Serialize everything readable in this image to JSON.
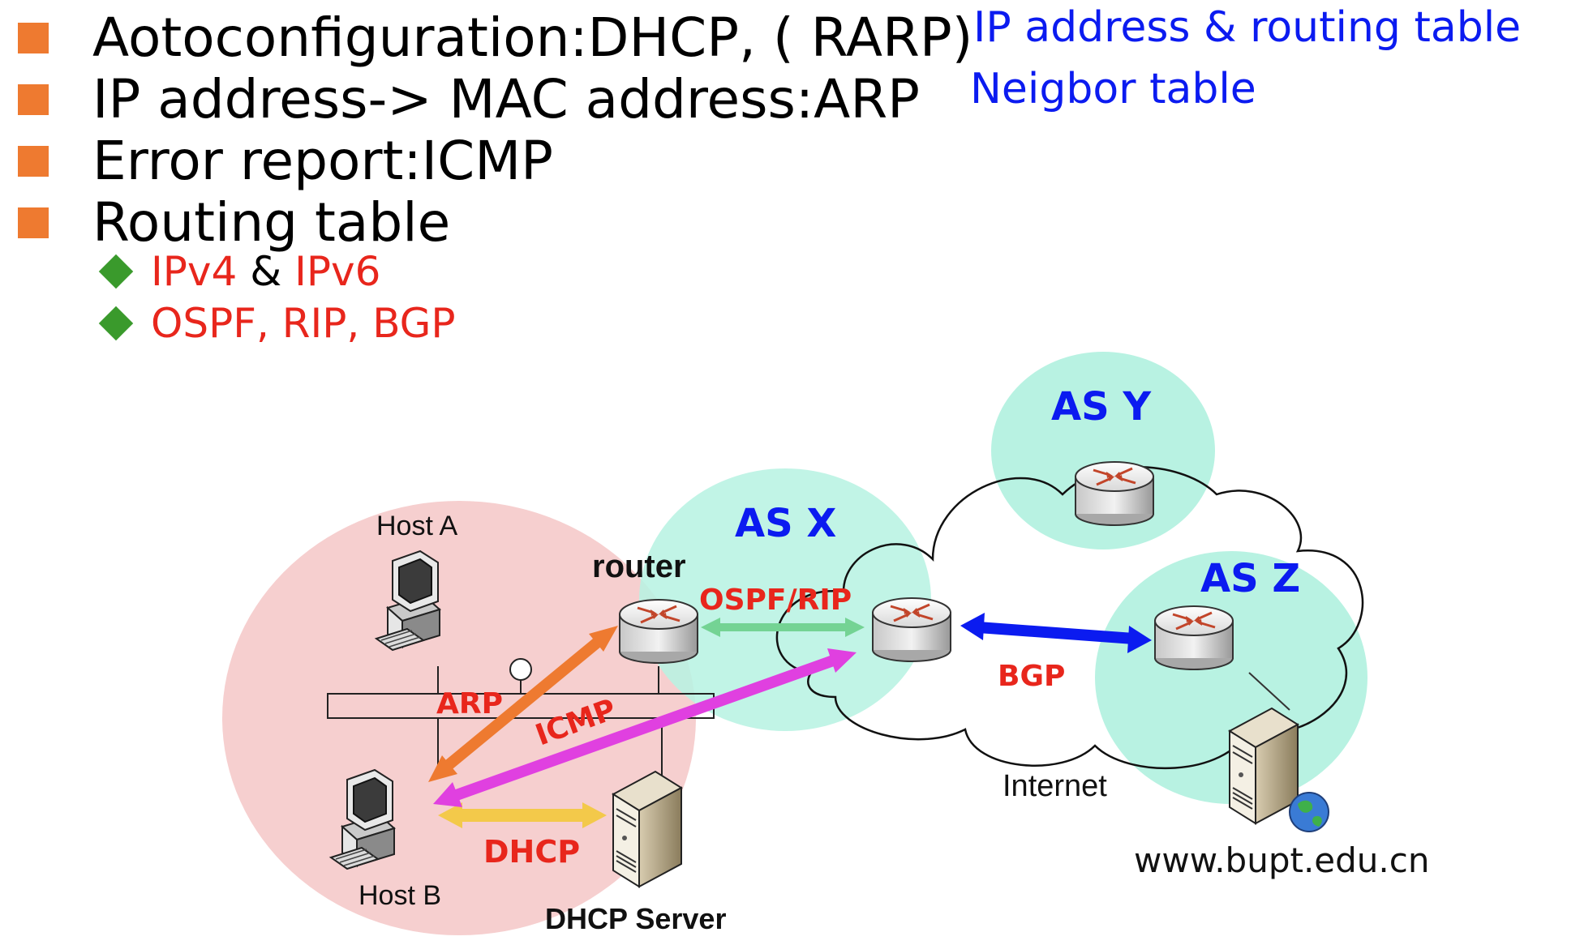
{
  "bullets": [
    {
      "label": "Aotoconfiguration: ",
      "value": "DHCP, ( RARP)"
    },
    {
      "label": "IP address-> MAC address: ",
      "value": "ARP"
    },
    {
      "label": "Error report: ",
      "value": "ICMP"
    },
    {
      "label": "Routing table",
      "value": ""
    }
  ],
  "subbullets": [
    {
      "part1": "IPv4",
      "sep": " & ",
      "part2": "IPv6"
    },
    {
      "part1": "OSPF, RIP, BGP"
    }
  ],
  "notes": {
    "ip_routing": "IP address & routing table",
    "neighbor": "Neigbor table"
  },
  "diagram": {
    "host_a": "Host A",
    "host_b": "Host B",
    "router": "router",
    "dhcp_server": "DHCP Server",
    "as_x": "AS X",
    "as_y": "AS Y",
    "as_z": "AS Z",
    "internet": "Internet",
    "website": "www.bupt.edu.cn",
    "arp": "ARP",
    "icmp": "ICMP",
    "dhcp": "DHCP",
    "ospf_rip": "OSPF/RIP",
    "bgp": "BGP"
  },
  "colors": {
    "bullet_square": "#ee7a30",
    "diamond": "#3a9a2c",
    "highlight_red": "#e8261c",
    "note_blue": "#0b1bf0",
    "lan_area": "#f6cfcf",
    "as_area": "#b8f2e2",
    "arp_arrow": "#ee7a30",
    "icmp_arrow": "#e040e0",
    "dhcp_arrow": "#f3c94a",
    "ospf_arrow": "#74d394",
    "bgp_arrow": "#0b1bf0"
  }
}
